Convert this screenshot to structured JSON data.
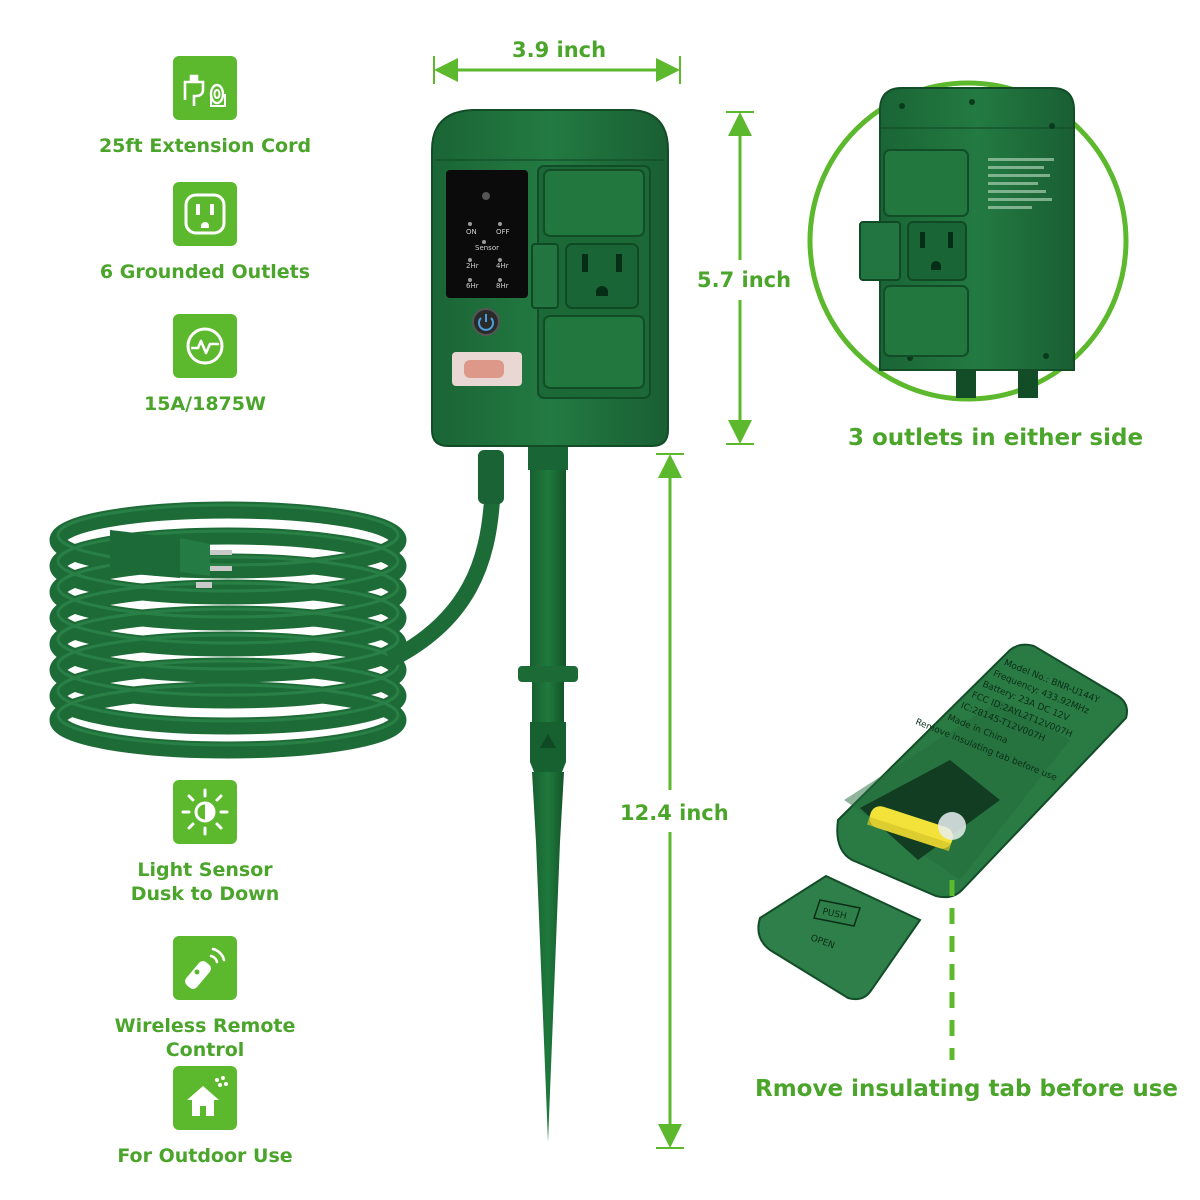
{
  "features": [
    {
      "label": "25ft Extension Cord",
      "icon": "plug-cord-icon"
    },
    {
      "label": "6 Grounded Outlets",
      "icon": "outlet-icon"
    },
    {
      "label": "15A/1875W",
      "icon": "power-pulse-icon"
    },
    {
      "label_line1": "Light Sensor",
      "label_line2": "Dusk to Down",
      "icon": "light-sensor-icon"
    },
    {
      "label": "Wireless Remote Control",
      "icon": "remote-icon"
    },
    {
      "label": "For Outdoor Use",
      "icon": "outdoor-home-icon"
    }
  ],
  "dimensions": {
    "width": "3.9 inch",
    "height": "5.7 inch",
    "stake": "12.4 inch"
  },
  "captions": {
    "side_outlets": "3 outlets in either side",
    "tab": "Rmove insulating tab before use"
  },
  "device_labels": {
    "on": "ON",
    "off": "OFF",
    "sensor": "Sensor",
    "t2": "2Hr",
    "t4": "4Hr",
    "t6": "6Hr",
    "t8": "8Hr"
  },
  "remote_labels": {
    "model": "Model No.: BNR-U144Y",
    "frequency": "Frequency: 433.92MHz",
    "battery": "Battery: 23A DC 12V",
    "fcc": "FCC ID:2AYL2T12V007H",
    "ic": "IC:28145-T12V007H",
    "made": "Made in China",
    "remove": "Remove insulating tab before use",
    "push": "PUSH",
    "open": "OPEN"
  },
  "colors": {
    "accent_green": "#5cb82c",
    "text_green": "#4aa52a",
    "product_green": "#1f6e3b",
    "product_dark": "#124d28"
  }
}
